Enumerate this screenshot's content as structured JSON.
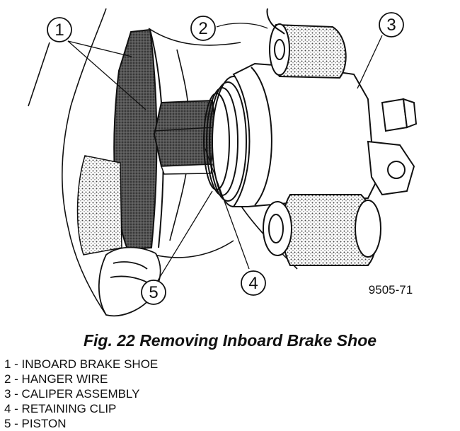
{
  "figure_number": "9505-71",
  "caption": "Fig. 22 Removing Inboard Brake Shoe",
  "callouts": [
    {
      "num": "1"
    },
    {
      "num": "2"
    },
    {
      "num": "3"
    },
    {
      "num": "4"
    },
    {
      "num": "5"
    }
  ],
  "legend": [
    {
      "text": "1 - INBOARD BRAKE SHOE"
    },
    {
      "text": "2 - HANGER WIRE"
    },
    {
      "text": "3 - CALIPER ASSEMBLY"
    },
    {
      "text": "4 - RETAINING CLIP"
    },
    {
      "text": "5 - PISTON"
    }
  ]
}
